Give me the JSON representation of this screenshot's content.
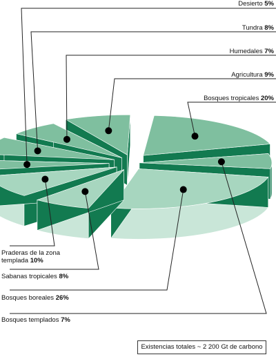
{
  "chart_data": {
    "type": "pie",
    "title": "",
    "slices": [
      {
        "label": "Bosques tropicales",
        "value": 20,
        "value_text": "20%"
      },
      {
        "label": "Bosques templados",
        "value": 7,
        "value_text": "7%"
      },
      {
        "label": "Bosques boreales",
        "value": 26,
        "value_text": "26%"
      },
      {
        "label": "Sabanas tropicales",
        "value": 8,
        "value_text": "8%"
      },
      {
        "label": "Praderas de la zona templada",
        "value": 10,
        "value_text": "10%"
      },
      {
        "label": "Desierto",
        "value": 5,
        "value_text": "5%"
      },
      {
        "label": "Tundra",
        "value": 8,
        "value_text": "8%"
      },
      {
        "label": "Humedales",
        "value": 7,
        "value_text": "7%"
      },
      {
        "label": "Agricultura",
        "value": 9,
        "value_text": "9%"
      }
    ],
    "note": "Existencias totales ~ 2 200 Gt de carbono",
    "colors": {
      "top_dark": "#7fbf9f",
      "top_light": "#a7d6bf",
      "side_dark": "#127a50",
      "side_light": "#c9e6d8",
      "leader": "#222222"
    }
  }
}
